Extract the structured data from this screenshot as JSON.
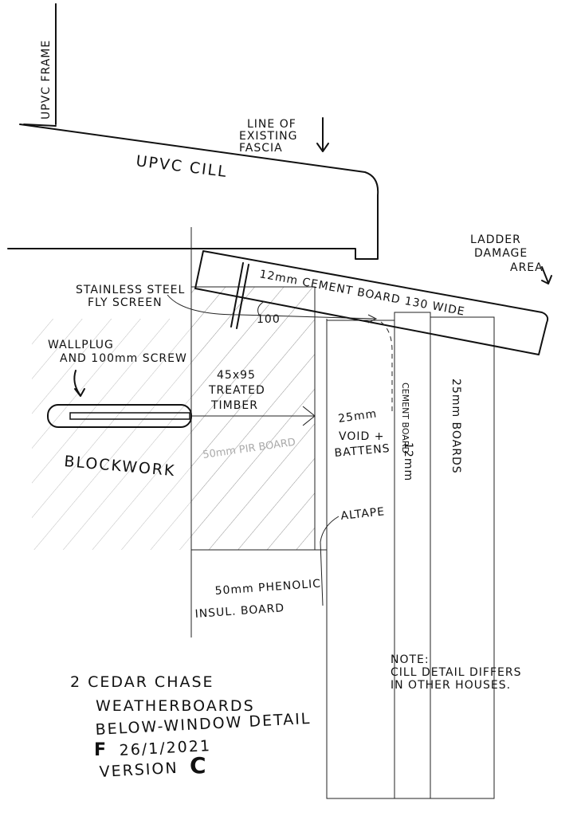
{
  "title_block": {
    "line1": "2 CEDAR CHASE",
    "line2": "WEATHERBOARDS",
    "line3": "BELOW-WINDOW DETAIL",
    "date": "26/1/2021",
    "version_label": "VERSION",
    "version": "C"
  },
  "labels": {
    "upvc_frame": "UPVC FRAME",
    "fascia_1": "LINE OF",
    "fascia_2": "EXISTING",
    "fascia_3": "FASCIA",
    "upvc_cill": "UPVC CILL",
    "ladder_1": "LADDER",
    "ladder_2": "DAMAGE",
    "ladder_3": "AREA",
    "fly_1": "STAINLESS STEEL",
    "fly_2": "FLY SCREEN",
    "cement_board": "12mm CEMENT BOARD 130 WIDE",
    "angle": "100",
    "wallplug_1": "WALLPLUG",
    "wallplug_2": "AND 100mm SCREW",
    "timber_1": "45x95",
    "timber_2": "TREATED",
    "timber_3": "TIMBER",
    "blockwork": "BLOCKWORK",
    "pir": "50mm PIR BOARD",
    "void_1": "25mm",
    "void_2": "VOID +",
    "void_3": "BATTENS",
    "cement_vert": "CEMENT BOARD",
    "cement_12": "12mm",
    "boards_25": "25mm BOARDS",
    "altape": "ALTAPE",
    "phenolic_1": "50mm PHENOLIC",
    "phenolic_2": "INSUL. BOARD",
    "note_1": "NOTE:",
    "note_2": "CILL DETAIL DIFFERS",
    "note_3": "IN OTHER HOUSES."
  }
}
